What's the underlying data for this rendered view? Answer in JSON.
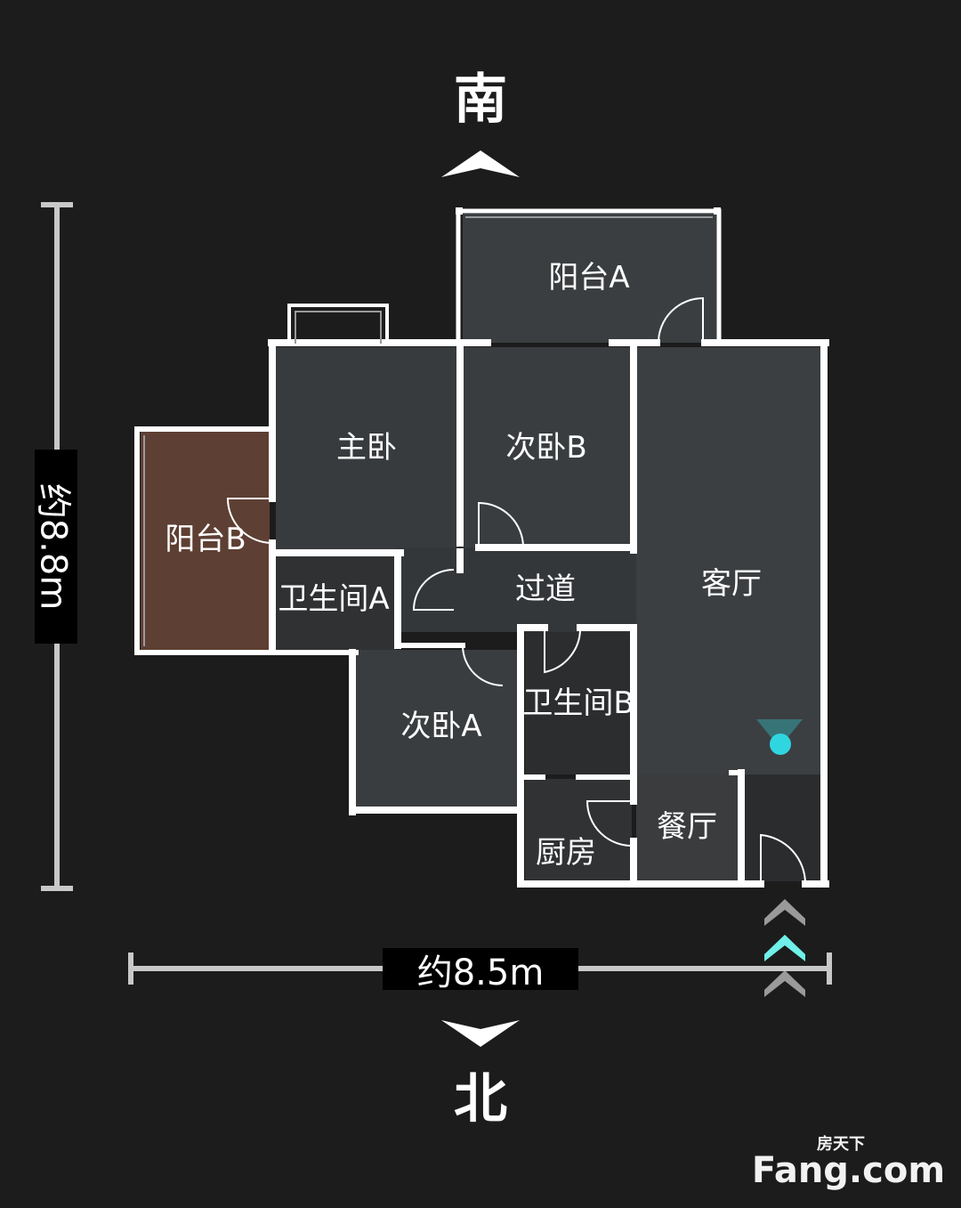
{
  "compass": {
    "south": "南",
    "north": "北"
  },
  "dimensions": {
    "height": "约8.8m",
    "width": "约8.5m"
  },
  "rooms": {
    "balcony_a": "阳台A",
    "master_bedroom": "主卧",
    "second_bedroom_b": "次卧B",
    "balcony_b": "阳台B",
    "bathroom_a": "卫生间A",
    "corridor": "过道",
    "living_room": "客厅",
    "second_bedroom_a": "次卧A",
    "bathroom_b": "卫生间B",
    "kitchen": "厨房",
    "dining_room": "餐厅"
  },
  "watermark": {
    "brand": "Fang.com",
    "brand_cn": "房天下"
  },
  "colors": {
    "background": "#1c1c1d",
    "wall": "#ffffff",
    "marker": "#2fd6e0",
    "room_fill": "#3a3d3f",
    "balcony_b_fill": "#5e3f33"
  }
}
